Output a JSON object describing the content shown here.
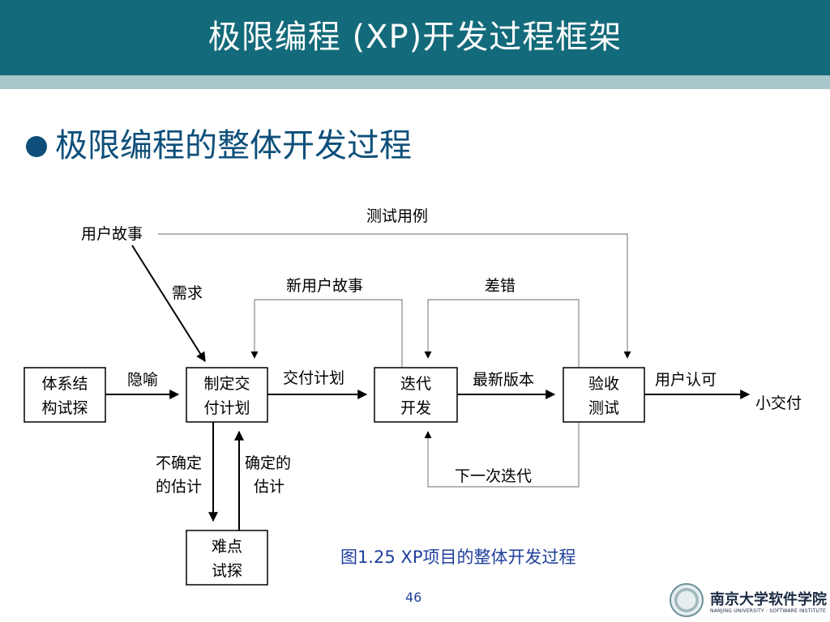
{
  "header": {
    "title": "极限编程 (XP)开发过程框架"
  },
  "bullet": {
    "text": "极限编程的整体开发过程"
  },
  "diagram": {
    "boxes": {
      "architecture_spike": [
        "体系结",
        "构试探"
      ],
      "release_planning": [
        "制定交",
        "付计划"
      ],
      "iteration": [
        "迭代",
        "开发"
      ],
      "acceptance_tests": [
        "验收",
        "测试"
      ],
      "spike": [
        "难点",
        "试探"
      ]
    },
    "labels": {
      "user_stories": "用户故事",
      "test_cases": "测试用例",
      "requirements": "需求",
      "new_user_stories": "新用户故事",
      "bugs": "差错",
      "metaphor": "隐喻",
      "release_plan": "交付计划",
      "latest_version": "最新版本",
      "customer_approval": "用户认可",
      "small_release": "小交付",
      "next_iteration": "下一次迭代",
      "uncertain_estimates": [
        "不确定",
        "的估计"
      ],
      "confident_estimates": [
        "确定的",
        "估计"
      ]
    }
  },
  "caption": "图1.25 XP项目的整体开发过程",
  "page_number": "46",
  "logo": {
    "text": "南京大学软件学院",
    "subtext": "NANJING UNIVERSITY · SOFTWARE INSTITUTE"
  },
  "colors": {
    "header_bg": "#136a7a",
    "header_strip": "#a9c6cb",
    "bullet": "#0d4f7a",
    "caption": "#1f3f9b"
  }
}
